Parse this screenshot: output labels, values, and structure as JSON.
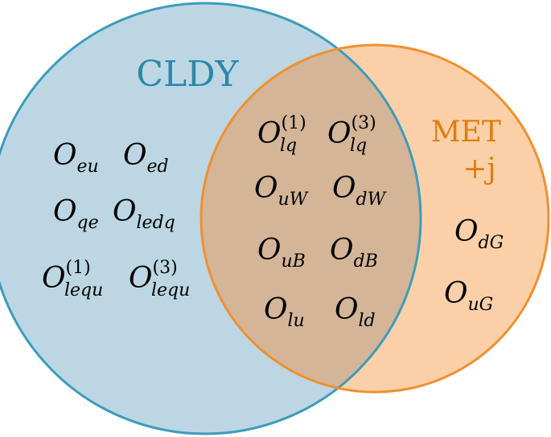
{
  "sets": [
    {
      "id": "cldy",
      "label_lines": [
        "CLDY"
      ],
      "fill": "#bcd7e3",
      "stroke": "#3d9cbc",
      "label_color": "#2b87aa"
    },
    {
      "id": "met",
      "label_lines": [
        "MET",
        "+j"
      ],
      "fill": "#fbd0a8",
      "stroke": "#f0902e",
      "label_color": "#e07c10"
    }
  ],
  "overlap_fill": "#d4b598",
  "operators": {
    "cldy_only": [
      {
        "base": "O",
        "sub": "eu",
        "sup": ""
      },
      {
        "base": "O",
        "sub": "ed",
        "sup": ""
      },
      {
        "base": "O",
        "sub": "qe",
        "sup": ""
      },
      {
        "base": "O",
        "sub": "ledq",
        "sup": ""
      },
      {
        "base": "O",
        "sub": "lequ",
        "sup": "(1)"
      },
      {
        "base": "O",
        "sub": "lequ",
        "sup": "(3)"
      }
    ],
    "both": [
      {
        "base": "O",
        "sub": "lq",
        "sup": "(1)"
      },
      {
        "base": "O",
        "sub": "lq",
        "sup": "(3)"
      },
      {
        "base": "O",
        "sub": "uW",
        "sup": ""
      },
      {
        "base": "O",
        "sub": "dW",
        "sup": ""
      },
      {
        "base": "O",
        "sub": "uB",
        "sup": ""
      },
      {
        "base": "O",
        "sub": "dB",
        "sup": ""
      },
      {
        "base": "O",
        "sub": "lu",
        "sup": ""
      },
      {
        "base": "O",
        "sub": "ld",
        "sup": ""
      }
    ],
    "met_only": [
      {
        "base": "O",
        "sub": "dG",
        "sup": ""
      },
      {
        "base": "O",
        "sub": "uG",
        "sup": ""
      }
    ]
  }
}
